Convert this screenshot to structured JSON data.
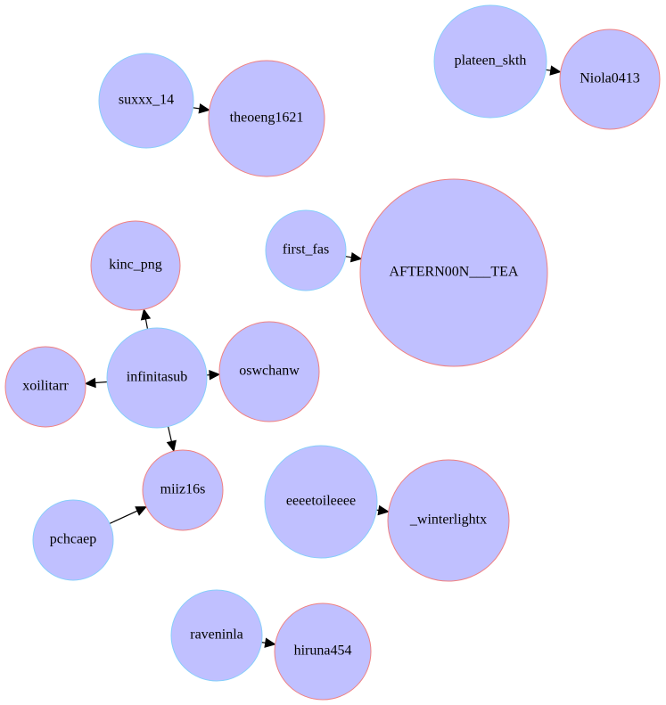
{
  "colors": {
    "node_fill": "#c0c0ff",
    "source_stroke": "#87cefa",
    "target_stroke": "#f08080",
    "edge": "#000000"
  },
  "nodes": [
    {
      "id": "suxxx_14",
      "label": "suxxx_14",
      "role": "source"
    },
    {
      "id": "theoeng1621",
      "label": "theoeng1621",
      "role": "target"
    },
    {
      "id": "plateen_skth",
      "label": "plateen_skth",
      "role": "source"
    },
    {
      "id": "Niola0413",
      "label": "Niola0413",
      "role": "target"
    },
    {
      "id": "first_fas",
      "label": "first_fas",
      "role": "source"
    },
    {
      "id": "AFTERN00N___TEA",
      "label": "AFTERN00N___TEA",
      "role": "target"
    },
    {
      "id": "kinc_png",
      "label": "kinc_png",
      "role": "target"
    },
    {
      "id": "infinitasub",
      "label": "infinitasub",
      "role": "source"
    },
    {
      "id": "xoilitarr",
      "label": "xoilitarr",
      "role": "target"
    },
    {
      "id": "oswchanw",
      "label": "oswchanw",
      "role": "target"
    },
    {
      "id": "miiz16s",
      "label": "miiz16s",
      "role": "target"
    },
    {
      "id": "pchcaep",
      "label": "pchcaep",
      "role": "source"
    },
    {
      "id": "eeeetoileeee",
      "label": "eeeetoileeee",
      "role": "source"
    },
    {
      "id": "_winterlightx",
      "label": "_winterlightx",
      "role": "target"
    },
    {
      "id": "raveninla",
      "label": "raveninla",
      "role": "source"
    },
    {
      "id": "hiruna454",
      "label": "hiruna454",
      "role": "target"
    }
  ],
  "edges": [
    {
      "from": "suxxx_14",
      "to": "theoeng1621"
    },
    {
      "from": "plateen_skth",
      "to": "Niola0413"
    },
    {
      "from": "first_fas",
      "to": "AFTERN00N___TEA"
    },
    {
      "from": "infinitasub",
      "to": "kinc_png"
    },
    {
      "from": "infinitasub",
      "to": "xoilitarr"
    },
    {
      "from": "infinitasub",
      "to": "oswchanw"
    },
    {
      "from": "infinitasub",
      "to": "miiz16s"
    },
    {
      "from": "pchcaep",
      "to": "miiz16s"
    },
    {
      "from": "eeeetoileeee",
      "to": "_winterlightx"
    },
    {
      "from": "raveninla",
      "to": "hiruna454"
    }
  ]
}
